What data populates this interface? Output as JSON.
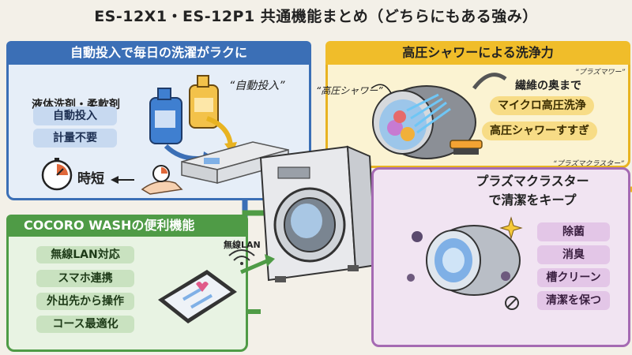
{
  "title": "ES-12X1・ES-12P1 共通機能まとめ（どちらにもある強み）",
  "auto": {
    "header": "自動投入で毎日の洗濯がラクに",
    "label": "液体洗剤・柔軟剤",
    "pills": [
      "自動投入",
      "計量不要"
    ],
    "time": "時短",
    "quote": "“自動投入”"
  },
  "shower": {
    "header": "高圧シャワーによる洗浄力",
    "quote": "“高圧シャワー”",
    "quote2": "“プラズマワー”",
    "label": "繊維の奥まで",
    "pills": [
      "マイクロ高圧洗浄",
      "高圧シャワーすすぎ"
    ]
  },
  "cocoro": {
    "header": "COCORO WASHの便利機能",
    "pills": [
      "無線LAN対応",
      "スマホ連携",
      "外出先から操作",
      "コース最適化"
    ],
    "wifi": "無線LAN"
  },
  "plasma": {
    "header_line1": "プラズマクラスター",
    "header_line2": "で清潔をキープ",
    "quote": "“プラズマクラスター”",
    "pills": [
      "除菌",
      "消臭",
      "槽クリーン",
      "清潔を保つ"
    ]
  }
}
